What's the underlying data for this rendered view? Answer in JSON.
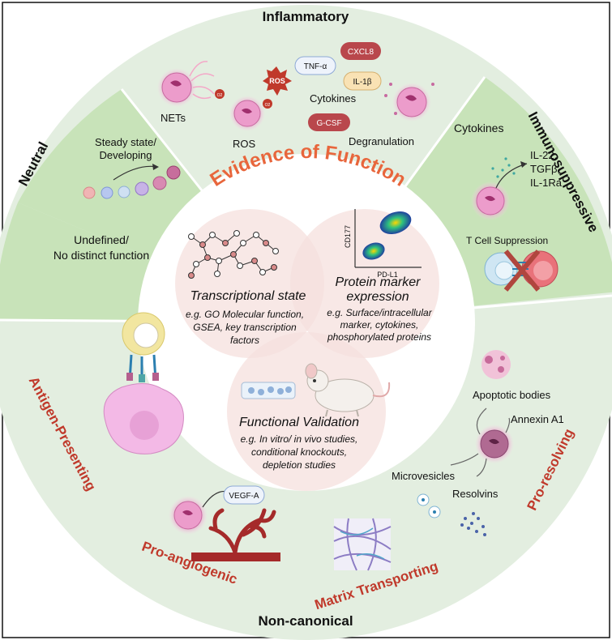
{
  "title": "Evidence of Function",
  "sections": {
    "inflammatory": "Inflammatory",
    "immunosuppressive": "Immunosuppressive",
    "neutral": "Neutral",
    "antigen_presenting": "Antigen-Presenting",
    "pro_angiogenic": "Pro-angiogenic",
    "matrix_transporting": "Matrix Transporting",
    "pro_resolving": "Pro-resolving",
    "non_canonical": "Non-canonical"
  },
  "inflammatory": {
    "nets": "NETs",
    "ros": "ROS",
    "ros_burst": "ROS",
    "o2_a": "O2",
    "o2_b": "O2",
    "cytokines": "Cytokines",
    "degranulation": "Degranulation",
    "tnf": "TNF-α",
    "cxcl8": "CXCL8",
    "il1b": "IL-1β",
    "gcsf": "G-CSF"
  },
  "immunosuppressive": {
    "cytokines": "Cytokines",
    "il22": "IL-22,",
    "tgfb": "TGFβ,",
    "il1ra": "IL-1Ra",
    "t_cell_suppression": "T Cell Suppression"
  },
  "neutral": {
    "steady_line1": "Steady state/",
    "steady_line2": "Developing",
    "undefined_line1": "Undefined/",
    "undefined_line2": "No distinct function"
  },
  "pro_resolving": {
    "apoptotic_bodies": "Apoptotic bodies",
    "annexin": "Annexin A1",
    "microvesicles": "Microvesicles",
    "resolvins": "Resolvins"
  },
  "pro_angiogenic": {
    "vegf": "VEGF-A"
  },
  "evidence": {
    "transcriptional": {
      "title": "Transcriptional state",
      "line1": "e.g. GO Molecular function,",
      "line2": "GSEA, key transcription",
      "line3": "factors"
    },
    "protein": {
      "title1": "Protein marker",
      "title2": "expression",
      "line1": "e.g. Surface/intracellular",
      "line2": "marker, cytokines,",
      "line3": "phosphorylated proteins",
      "ylabel": "CD177",
      "xlabel": "PD-L1"
    },
    "functional": {
      "title": "Functional Validation",
      "line1": "e.g. In vitro/ in vivo studies,",
      "line2": "conditional knockouts,",
      "line3": "depletion studies"
    }
  },
  "colors": {
    "outer_ring": "#e3eee0",
    "green_sector": "#c8e3b9",
    "accent_red": "#c0392b",
    "title_orange": "#e8663c",
    "venn_fill": "#f6e0dd"
  }
}
